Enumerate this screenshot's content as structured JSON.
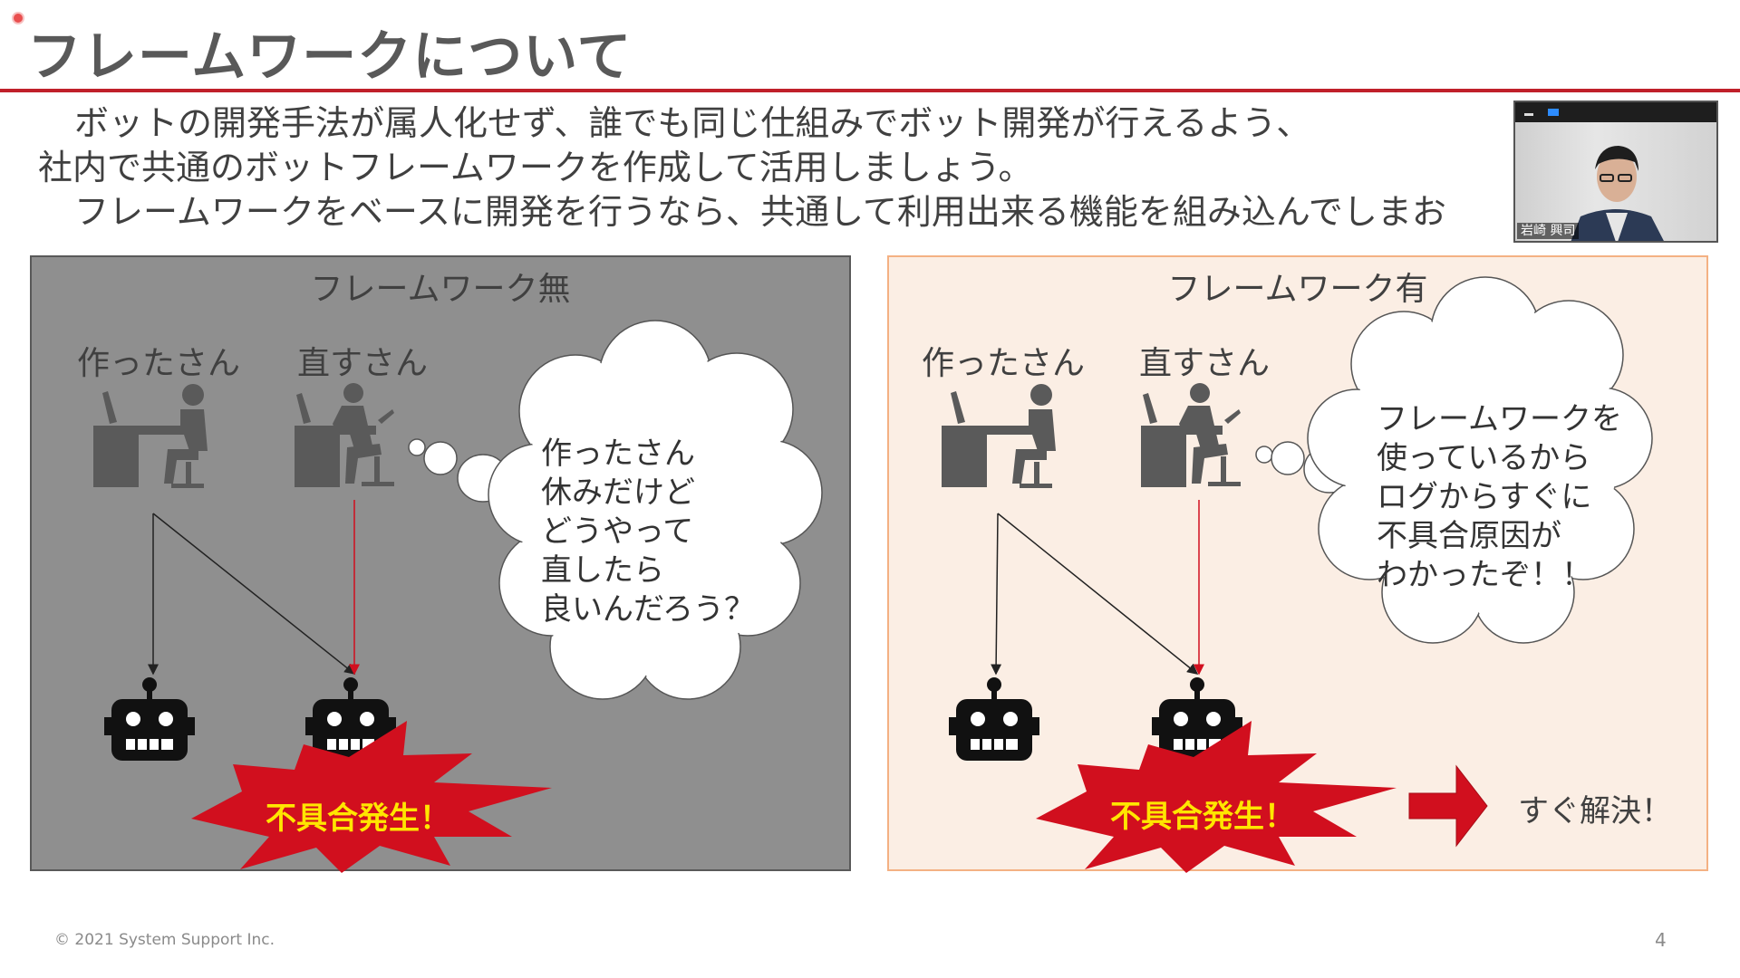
{
  "slide": {
    "title": "フレームワークについて",
    "body_lines": [
      "ボットの開発手法が属人化せず、誰でも同じ仕組みでボット開発が行えるよう、",
      "社内で共通のボットフレームワークを作成して活用しましょう。",
      "フレームワークをベースに開発を行うなら、共通して利用出来る機能を組み込んでしまお"
    ],
    "footer": "© 2021  System Support Inc.",
    "page_number": "4"
  },
  "left_panel": {
    "title": "フレームワーク無",
    "creator_label": "作ったさん",
    "fixer_label": "直すさん",
    "thought_lines": [
      "作ったさん",
      "休みだけど",
      "どうやって",
      "直したら",
      "良いんだろう？"
    ],
    "incident_label": "不具合発生！"
  },
  "right_panel": {
    "title": "フレームワーク有",
    "creator_label": "作ったさん",
    "fixer_label": "直すさん",
    "thought_lines": [
      "フレームワークを",
      "使っているから",
      "ログからすぐに",
      "不具合原因が",
      "わかったぞ！！"
    ],
    "incident_label": "不具合発生！",
    "solved_label": "すぐ解決！"
  },
  "video": {
    "participant_name": "岩崎 興司"
  },
  "colors": {
    "accent_red": "#c0202a",
    "burst_red": "#d10f1e",
    "left_panel_bg": "#8f8f8f",
    "right_panel_bg": "#fbeee4",
    "right_panel_border": "#f4b183"
  },
  "icons": [
    "recording-dot-icon",
    "person-at-desk-icon",
    "thinking-person-icon",
    "robot-icon",
    "explosion-burst-icon",
    "arrow-right-icon",
    "minimize-icon"
  ]
}
